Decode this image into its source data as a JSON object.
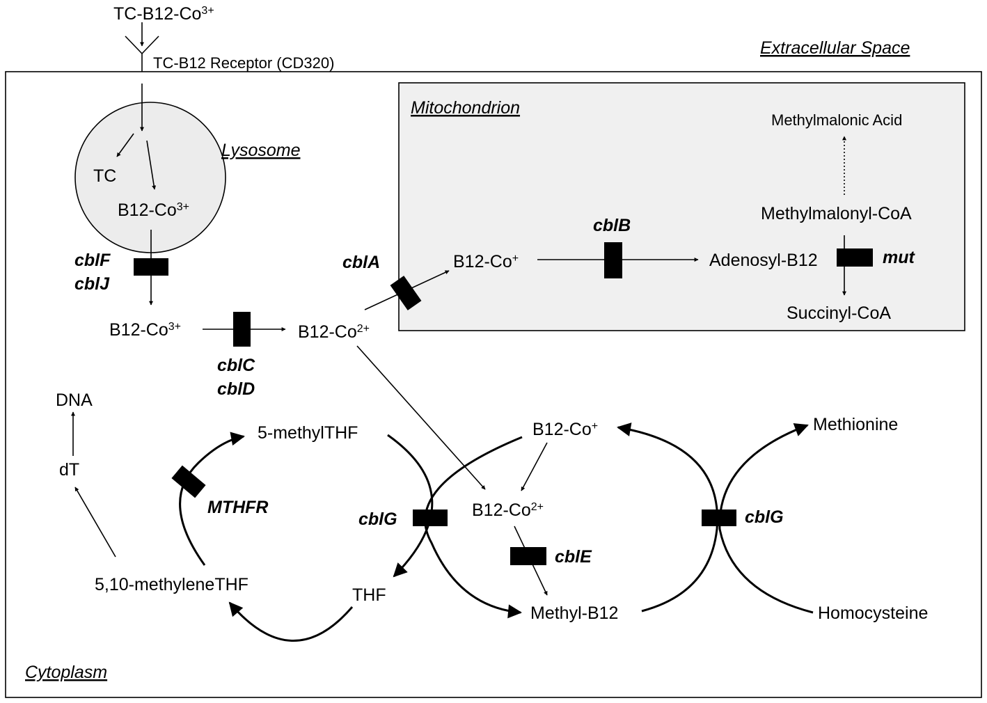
{
  "regions": {
    "extracellular": "Extracellular Space",
    "mitochondrion": "Mitochondrion",
    "lysosome": "Lysosome",
    "cytoplasm": "Cytoplasm"
  },
  "colors": {
    "mitochondrion_fill": "#f0f0f0",
    "lysosome_fill": "#ececec",
    "ink": "#000000"
  },
  "metabolites": {
    "tc_b12_co3": "TC-B12-Co",
    "tc_b12_co3_sup": "3+",
    "receptor": "TC-B12 Receptor (CD320)",
    "tc": "TC",
    "lyso_b12_co3": "B12-Co",
    "lyso_b12_co3_sup": "3+",
    "cyto_b12_co3": "B12-Co",
    "cyto_b12_co3_sup": "3+",
    "cyto_b12_co2": "B12-Co",
    "cyto_b12_co2_sup": "2+",
    "mito_b12_co1": "B12-Co",
    "mito_b12_co1_sup": "+",
    "adenosyl_b12": "Adenosyl-B12",
    "methylmalonic_acid": "Methylmalonic Acid",
    "methylmalonyl_coa": "Methylmalonyl-CoA",
    "succinyl_coa": "Succinyl-CoA",
    "dna": "DNA",
    "dt": "dT",
    "methyl_thf": "5-methylTHF",
    "methylene_thf": "5,10-methyleneTHF",
    "thf": "THF",
    "cycle_b12_co1": "B12-Co",
    "cycle_b12_co1_sup": "+",
    "cycle_b12_co2": "B12-Co",
    "cycle_b12_co2_sup": "2+",
    "methyl_b12": "Methyl-B12",
    "methionine": "Methionine",
    "homocysteine": "Homocysteine"
  },
  "genes": {
    "cblF": "cblF",
    "cblJ": "cblJ",
    "cblC": "cblC",
    "cblD": "cblD",
    "cblA": "cblA",
    "cblB": "cblB",
    "mut": "mut",
    "MTHFR": "MTHFR",
    "cblG_left": "cblG",
    "cblG_right": "cblG",
    "cblE": "cblE"
  }
}
